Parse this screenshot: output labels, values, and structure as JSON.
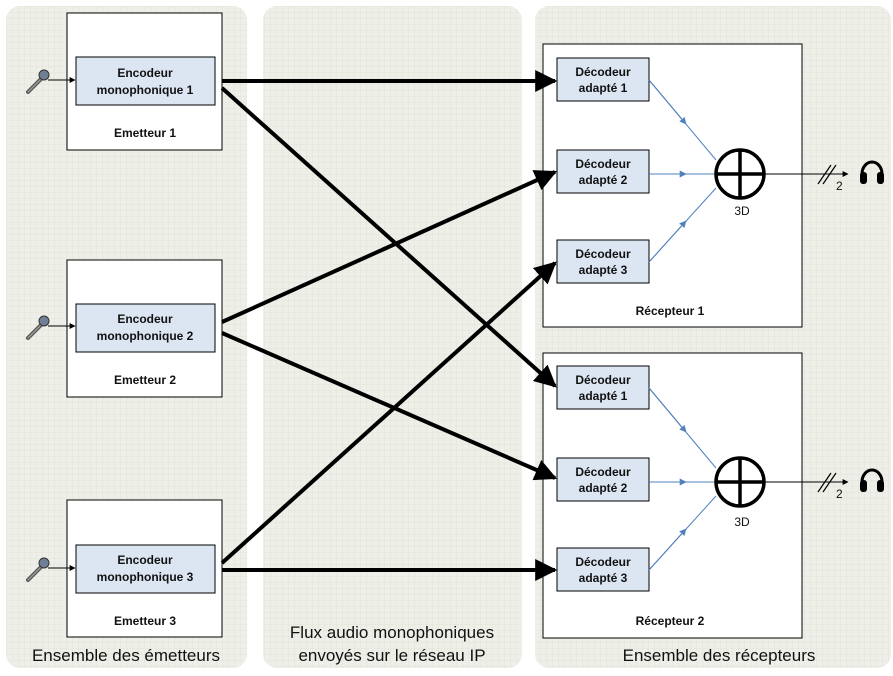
{
  "panels": {
    "emitters_caption": "Ensemble des émetteurs",
    "network_caption_line1": "Flux audio monophoniques",
    "network_caption_line2": "envoyés sur le réseau IP",
    "receivers_caption": "Ensemble des récepteurs"
  },
  "emitters": [
    {
      "encoder_line1": "Encodeur",
      "encoder_line2": "monophonique 1",
      "label": "Emetteur 1",
      "input_icon": "microphone-icon"
    },
    {
      "encoder_line1": "Encodeur",
      "encoder_line2": "monophonique 2",
      "label": "Emetteur 2",
      "input_icon": "microphone-icon"
    },
    {
      "encoder_line1": "Encodeur",
      "encoder_line2": "monophonique 3",
      "label": "Emetteur 3",
      "input_icon": "microphone-icon"
    }
  ],
  "receivers": [
    {
      "label": "Récepteur 1",
      "mixer_label": "3D",
      "output_channels": "2",
      "output_icon": "headphones-icon",
      "decoders": [
        {
          "line1": "Décodeur",
          "line2": "adapté 1"
        },
        {
          "line1": "Décodeur",
          "line2": "adapté 2"
        },
        {
          "line1": "Décodeur",
          "line2": "adapté 3"
        }
      ]
    },
    {
      "label": "Récepteur 2",
      "mixer_label": "3D",
      "output_channels": "2",
      "output_icon": "headphones-icon",
      "decoders": [
        {
          "line1": "Décodeur",
          "line2": "adapté 1"
        },
        {
          "line1": "Décodeur",
          "line2": "adapté 2"
        },
        {
          "line1": "Décodeur",
          "line2": "adapté 3"
        }
      ]
    }
  ],
  "colors": {
    "panel_bg": "#eeefe9",
    "grid_line": "#dde3d2",
    "encoder_fill": "#dce6f2",
    "thin_arrow": "#4f81bd",
    "stream_arrow": "#000000"
  }
}
